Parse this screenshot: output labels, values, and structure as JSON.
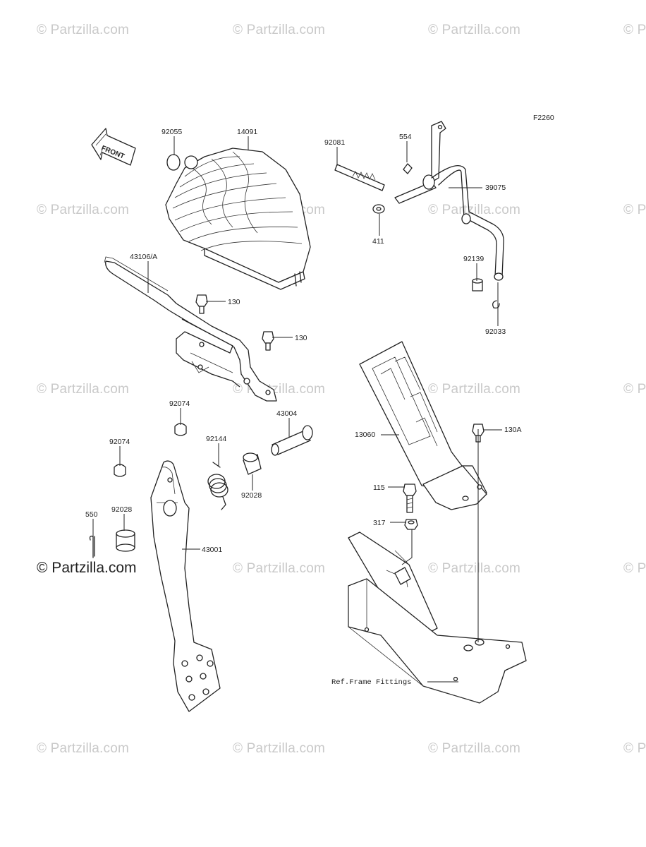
{
  "watermarks": {
    "text": "© Partzilla.com",
    "featured": "© Partzilla.com"
  },
  "figure_id": "F2260",
  "front_arrow": {
    "label": "FRONT"
  },
  "callouts": {
    "p92055": "92055",
    "p14091": "14091",
    "p92081": "92081",
    "p554": "554",
    "p39075": "39075",
    "p411": "411",
    "p43106A": "43106/A",
    "p130a": "130",
    "p130b": "130",
    "p92139": "92139",
    "p92033": "92033",
    "p92074a": "92074",
    "p43004": "43004",
    "p13060": "13060",
    "p130A": "130A",
    "p92074b": "92074",
    "p92144": "92144",
    "p92028a": "92028",
    "p115": "115",
    "p550": "550",
    "p92028b": "92028",
    "p317": "317",
    "p43001": "43001",
    "ref_frame": "Ref.Frame Fittings"
  }
}
